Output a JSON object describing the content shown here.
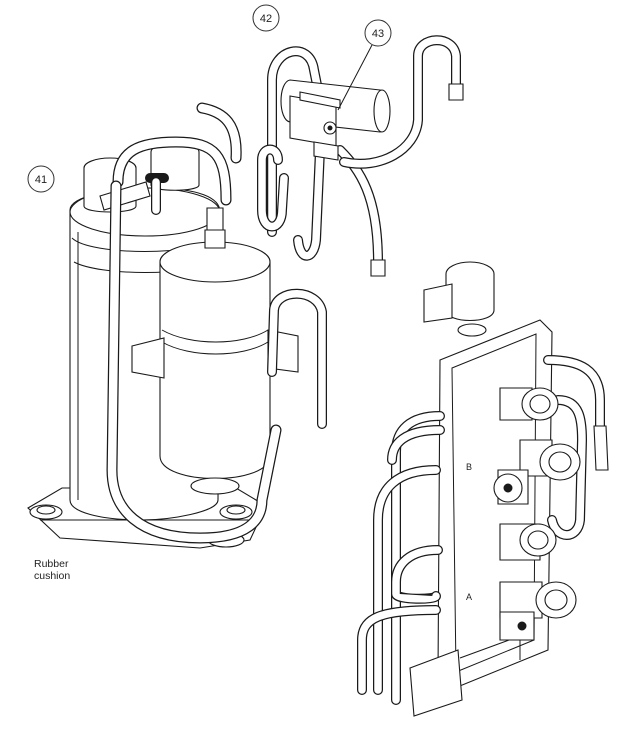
{
  "callouts": [
    {
      "id": "c41",
      "number": "41"
    },
    {
      "id": "c42",
      "number": "42"
    },
    {
      "id": "c43",
      "number": "43"
    }
  ],
  "labels": {
    "rubber_cushion": "Rubber\ncushion",
    "port_b": "B",
    "port_a": "A"
  }
}
